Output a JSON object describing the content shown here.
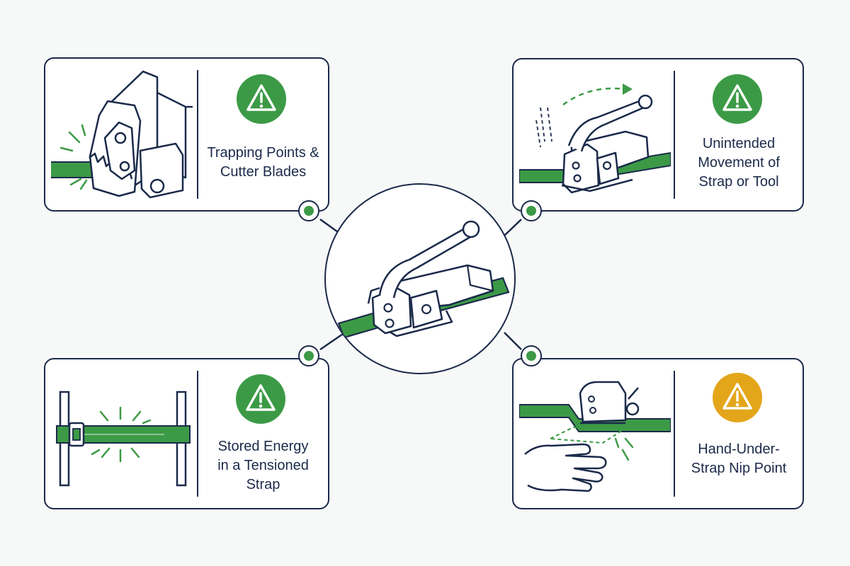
{
  "colors": {
    "navy": "#1b2a4a",
    "green": "#3c9a46",
    "amber": "#e3a51a",
    "background": "#f7f8f8"
  },
  "center": {
    "icon": "strapping-tool-icon"
  },
  "hazards": [
    {
      "label": "Trapping Points &\nCutter Blades",
      "illustration": "cutter-blade-icon",
      "warning_icon": "warning-icon",
      "warning_color": "#3c9a46"
    },
    {
      "label": "Unintended\nMovement of\nStrap or Tool",
      "illustration": "tool-movement-icon",
      "warning_icon": "warning-icon",
      "warning_color": "#3c9a46"
    },
    {
      "label": "Stored Energy\nin a Tensioned\nStrap",
      "illustration": "tensioned-strap-icon",
      "warning_icon": "warning-icon",
      "warning_color": "#3c9a46"
    },
    {
      "label": "Hand-Under-\nStrap Nip Point",
      "illustration": "hand-nip-point-icon",
      "warning_icon": "warning-icon",
      "warning_color": "#e3a51a"
    }
  ]
}
